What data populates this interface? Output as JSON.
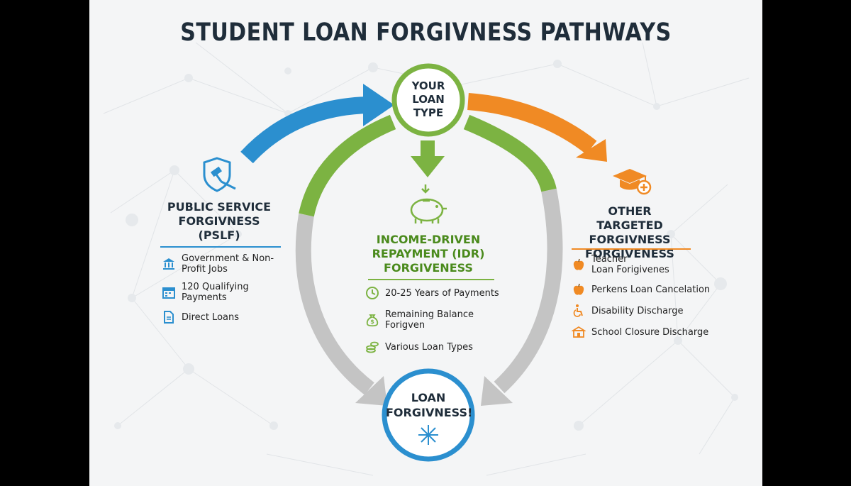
{
  "title": "STUDENT LOAN FORGIVNESS PATHWAYS",
  "center_top": "YOUR\nLOAN\nTYPE",
  "center_bottom": "LOAN\nFORGIVNESS!",
  "colors": {
    "blue": "#2b8fcf",
    "green": "#7cb342",
    "orange": "#f08a24",
    "gray": "#c4c4c4",
    "dark": "#1f2d3a"
  },
  "pslf": {
    "heading": "PUBLIC SERVICE\nFORGIVNESS\n(PSLF)",
    "icon": "shield-gavel-icon",
    "items": [
      {
        "icon": "bank-icon",
        "label": "Government & Non-\nProfit Jobs"
      },
      {
        "icon": "calendar-icon",
        "label": "120 Qualifying Payments"
      },
      {
        "icon": "document-icon",
        "label": "Direct Loans"
      }
    ]
  },
  "idr": {
    "heading": "INCOME-DRIVEN\nREPAYMENT (IDR)\nFORGIVENESS",
    "icon": "piggy-bank-icon",
    "items": [
      {
        "icon": "clock-icon",
        "label": "20-25 Years of Payments"
      },
      {
        "icon": "money-bag-icon",
        "label": "Remaining Balance Forigven"
      },
      {
        "icon": "coins-icon",
        "label": "Various Loan Types"
      }
    ]
  },
  "other": {
    "heading": "OTHER TARGETED\nFORGIVNESS\nFORGIVENESS",
    "icon": "graduation-cap-plus-icon",
    "items": [
      {
        "icon": "apple-icon",
        "label": "Teacher\nLoan Forigivenes"
      },
      {
        "icon": "apple-icon",
        "label": "Perkens Loan Cancelation"
      },
      {
        "icon": "wheelchair-icon",
        "label": "Disability Discharge"
      },
      {
        "icon": "school-icon",
        "label": "School Closure Discharge"
      }
    ]
  }
}
